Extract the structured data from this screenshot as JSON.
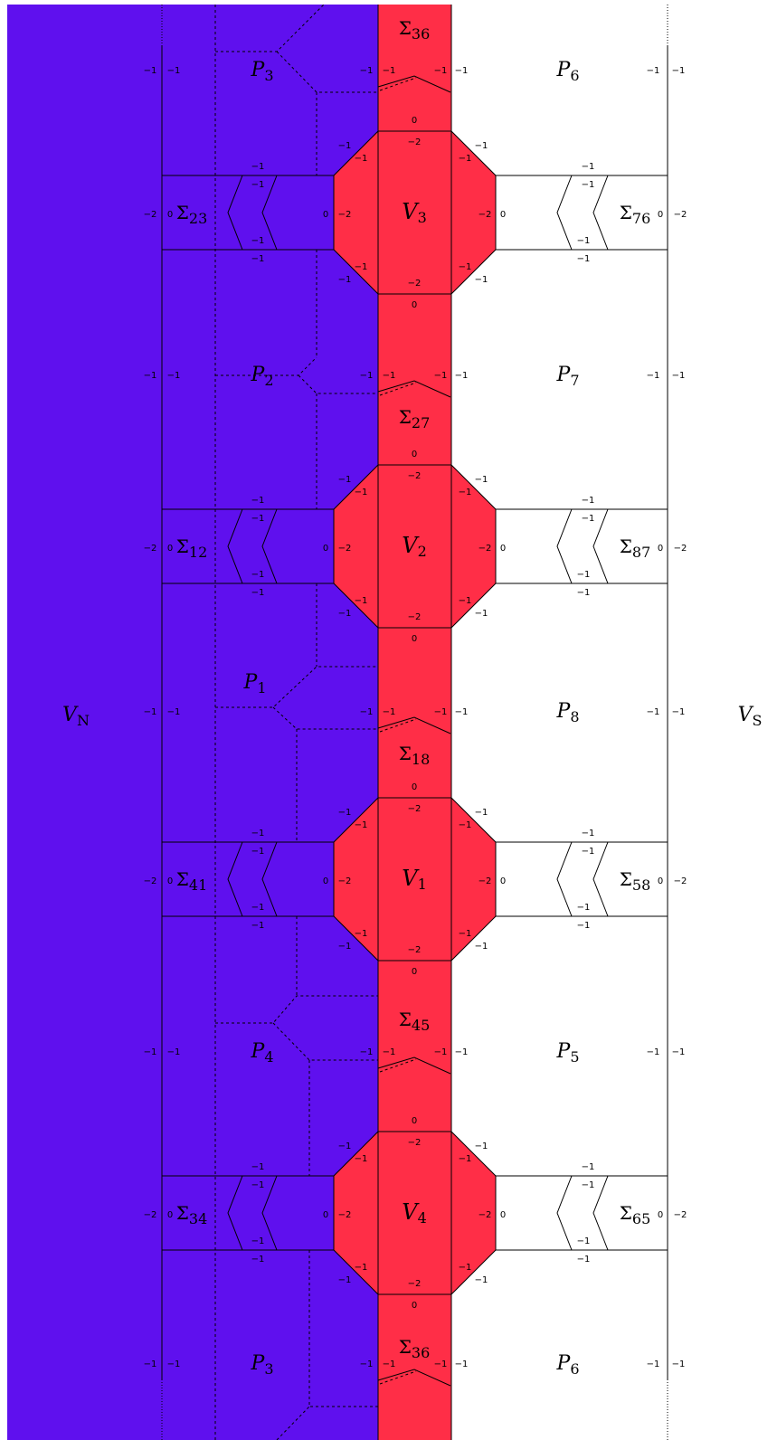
{
  "colors": {
    "north_region": "#5f10ee",
    "central_strip": "#ff2e47",
    "south_region": "#ffffff",
    "line": "#000000"
  },
  "regions": {
    "north_label": "V_N",
    "south_label": "V_S"
  },
  "octagons": [
    {
      "name": "V_3",
      "side_value": "-2",
      "corner_value": "-1",
      "cap_value": "0"
    },
    {
      "name": "V_2",
      "side_value": "-2",
      "corner_value": "-1",
      "cap_value": "0"
    },
    {
      "name": "V_1",
      "side_value": "-2",
      "corner_value": "-1",
      "cap_value": "0"
    },
    {
      "name": "V_4",
      "side_value": "-2",
      "corner_value": "-1",
      "cap_value": "0"
    }
  ],
  "strip_labels": [
    "Σ_36",
    "Σ_27",
    "Σ_18",
    "Σ_45",
    "Σ_36"
  ],
  "left_connectors": [
    {
      "name": "Σ_23",
      "outer_value": "-2",
      "inner_value": "0",
      "edge_value": "-1"
    },
    {
      "name": "Σ_12",
      "outer_value": "-2",
      "inner_value": "0",
      "edge_value": "-1"
    },
    {
      "name": "Σ_41",
      "outer_value": "-2",
      "inner_value": "0",
      "edge_value": "-1"
    },
    {
      "name": "Σ_34",
      "outer_value": "-2",
      "inner_value": "0",
      "edge_value": "-1"
    }
  ],
  "right_connectors": [
    {
      "name": "Σ_76",
      "outer_value": "-2",
      "inner_value": "0",
      "edge_value": "-1"
    },
    {
      "name": "Σ_87",
      "outer_value": "-2",
      "inner_value": "0",
      "edge_value": "-1"
    },
    {
      "name": "Σ_58",
      "outer_value": "-2",
      "inner_value": "0",
      "edge_value": "-1"
    },
    {
      "name": "Σ_65",
      "outer_value": "-2",
      "inner_value": "0",
      "edge_value": "-1"
    }
  ],
  "left_pieces": [
    "P_3",
    "P_2",
    "P_1",
    "P_4",
    "P_3"
  ],
  "right_pieces": [
    "P_6",
    "P_7",
    "P_8",
    "P_5",
    "P_6"
  ],
  "row_value": "-1"
}
